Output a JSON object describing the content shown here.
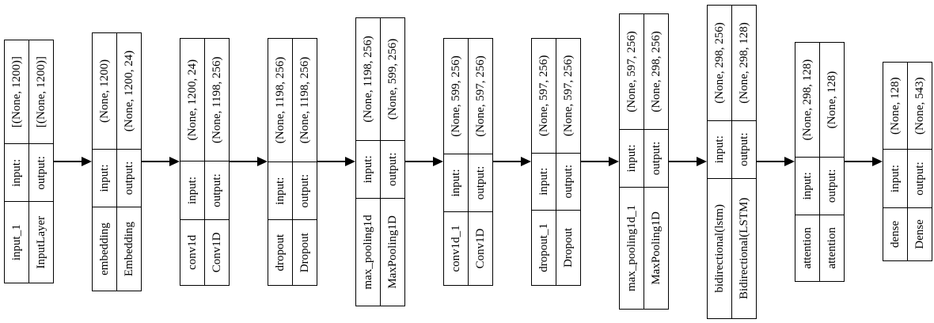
{
  "diagram": {
    "kind": "keras-model-architecture",
    "colors": {
      "border": "#000000",
      "text": "#000000",
      "background": "#ffffff"
    },
    "input_label": "input:",
    "output_label": "output:"
  },
  "nodes": [
    {
      "name": "input_1",
      "type": "InputLayer",
      "input_label": "input:",
      "output_label": "output:",
      "input_shape": "[(None, 1200)]",
      "output_shape": "[(None, 1200)]"
    },
    {
      "name": "embedding",
      "type": "Embedding",
      "input_label": "input:",
      "output_label": "output:",
      "input_shape": "(None, 1200)",
      "output_shape": "(None, 1200, 24)"
    },
    {
      "name": "conv1d",
      "type": "Conv1D",
      "input_label": "input:",
      "output_label": "output:",
      "input_shape": "(None, 1200, 24)",
      "output_shape": "(None, 1198, 256)"
    },
    {
      "name": "dropout",
      "type": "Dropout",
      "input_label": "input:",
      "output_label": "output:",
      "input_shape": "(None, 1198, 256)",
      "output_shape": "(None, 1198, 256)"
    },
    {
      "name": "max_pooling1d",
      "type": "MaxPooling1D",
      "input_label": "input:",
      "output_label": "output:",
      "input_shape": "(None, 1198, 256)",
      "output_shape": "(None, 599, 256)"
    },
    {
      "name": "conv1d_1",
      "type": "Conv1D",
      "input_label": "input:",
      "output_label": "output:",
      "input_shape": "(None, 599, 256)",
      "output_shape": "(None, 597, 256)"
    },
    {
      "name": "dropout_1",
      "type": "Dropout",
      "input_label": "input:",
      "output_label": "output:",
      "input_shape": "(None, 597, 256)",
      "output_shape": "(None, 597, 256)"
    },
    {
      "name": "max_pooling1d_1",
      "type": "MaxPooling1D",
      "input_label": "input:",
      "output_label": "output:",
      "input_shape": "(None, 597, 256)",
      "output_shape": "(None, 298, 256)"
    },
    {
      "name": "bidirectional(lstm)",
      "type": "Bidirectional(LSTM)",
      "input_label": "input:",
      "output_label": "output:",
      "input_shape": "(None, 298, 256)",
      "output_shape": "(None, 298, 128)"
    },
    {
      "name": "attention",
      "type": "attention",
      "input_label": "input:",
      "output_label": "output:",
      "input_shape": "(None, 298, 128)",
      "output_shape": "(None, 128)"
    },
    {
      "name": "dense",
      "type": "Dense",
      "input_label": "input:",
      "output_label": "output:",
      "input_shape": "(None, 128)",
      "output_shape": "(None, 543)"
    }
  ]
}
